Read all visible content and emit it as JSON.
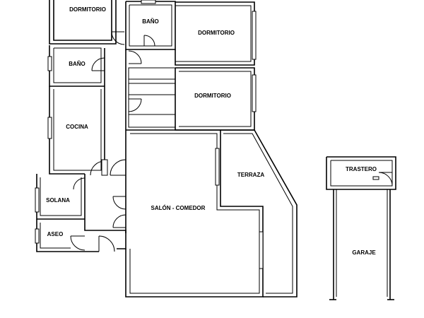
{
  "plan": {
    "rooms": {
      "dormitorio_top_left": "DORMITORIO",
      "bano_top": "BAÑO",
      "dormitorio_top_right": "DORMITORIO",
      "bano_left": "BAÑO",
      "dormitorio_mid": "DORMITORIO",
      "cocina": "COCINA",
      "terraza": "TERRAZA",
      "trastero": "TRASTERO",
      "solana": "SOLANA",
      "salon_comedor": "SALÓN - COMEDOR",
      "aseo": "ASEO",
      "garaje": "GARAJE"
    }
  }
}
